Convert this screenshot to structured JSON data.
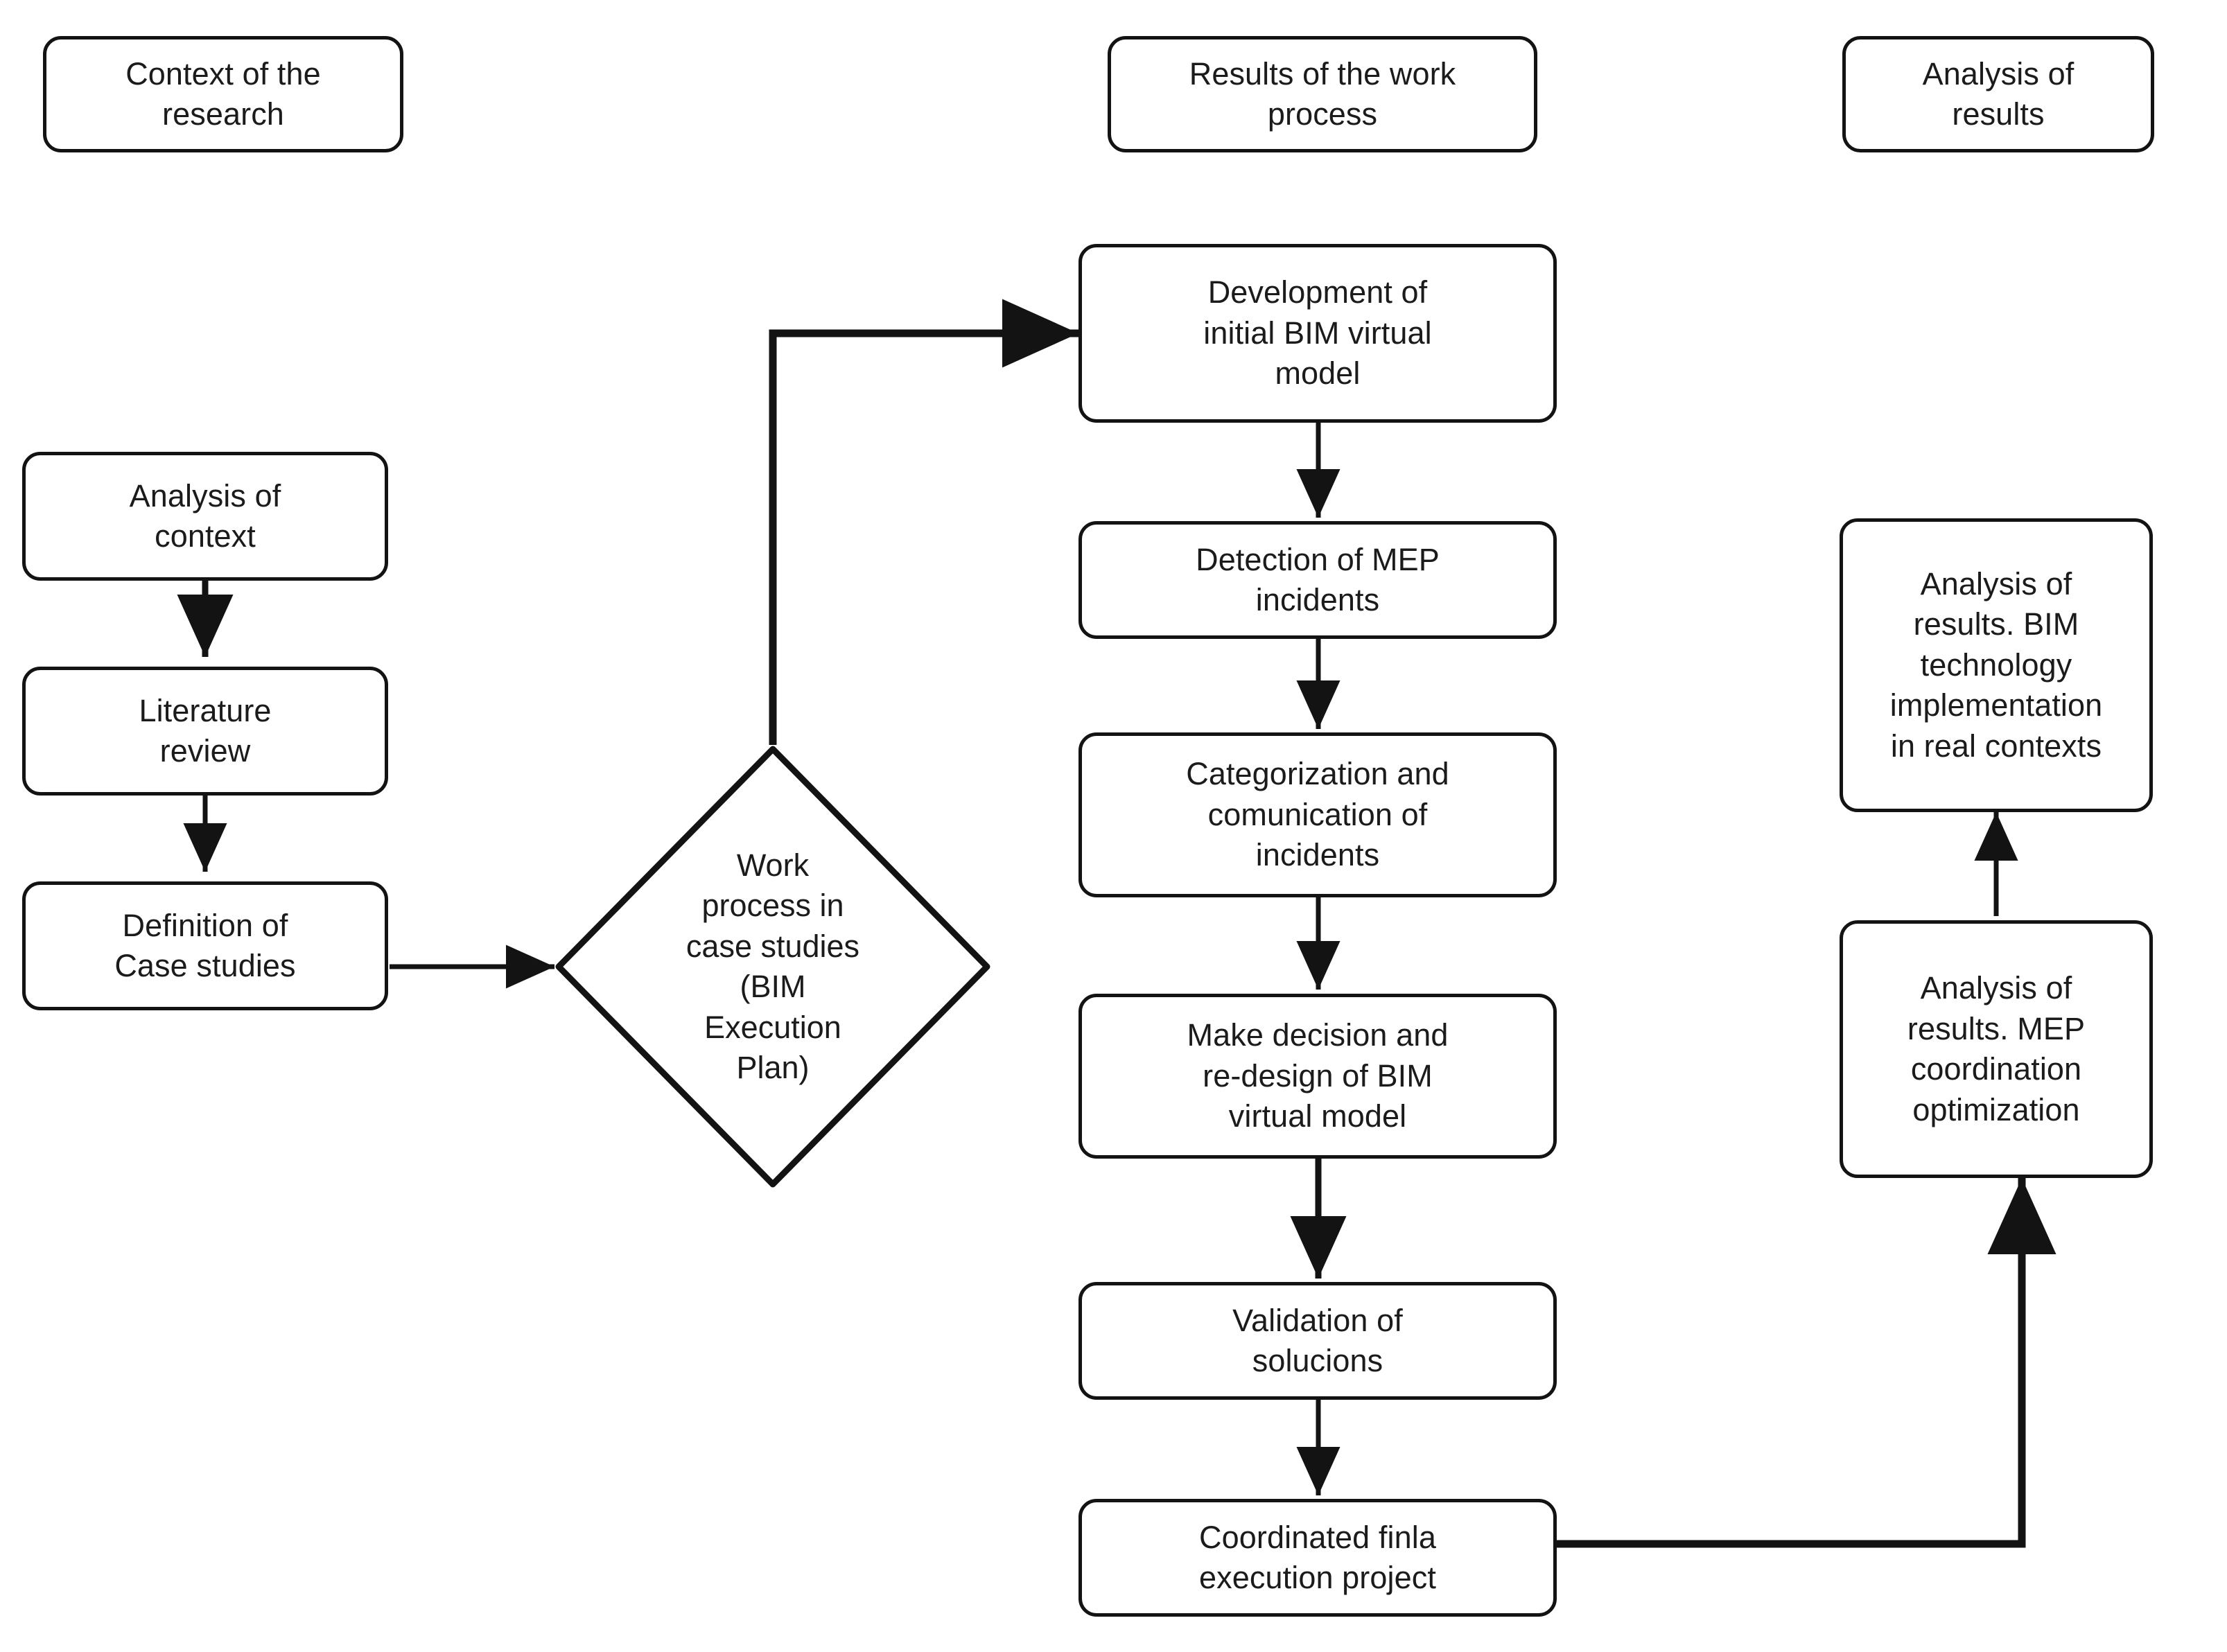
{
  "diagram": {
    "title": "Research methodology flowchart",
    "stroke_color": "#131313",
    "text_color": "#1b1b1b",
    "background_color": "#ffffff"
  },
  "columns": [
    {
      "id": "context",
      "header": "Context of the\nresearch"
    },
    {
      "id": "work-process",
      "header": "Results of the work\nprocess"
    },
    {
      "id": "analysis",
      "header": "Analysis of\nresults"
    }
  ],
  "nodes": {
    "header_context": "Context of the\nresearch",
    "header_results": "Results of the work\nprocess",
    "header_analysis": "Analysis of\nresults",
    "analysis_of_context": "Analysis of\ncontext",
    "literature_review": "Literature\nreview",
    "definition_case_studies": "Definition of\nCase studies",
    "work_process_diamond": "Work\nprocess in\ncase studies\n(BIM\nExecution\nPlan)",
    "development_initial_bim": "Development of\ninitial BIM virtual\nmodel",
    "detection_mep": "Detection of MEP\nincidents",
    "categorization": "Categorization and\ncomunication of\nincidents",
    "make_decision": "Make decision and\nre-design of BIM\nvirtual model",
    "validation": "Validation of\nsolucions",
    "coordinated_final": "Coordinated finla\nexecution project",
    "analysis_bim_tech": "Analysis of\nresults. BIM\ntechnology\nimplementation\nin real contexts",
    "analysis_mep_coord": "Analysis of\nresults. MEP\ncoordination\noptimization"
  },
  "edges": [
    {
      "from": "analysis_of_context",
      "to": "literature_review",
      "kind": "vertical-arrow"
    },
    {
      "from": "literature_review",
      "to": "definition_case_studies",
      "kind": "vertical-arrow"
    },
    {
      "from": "definition_case_studies",
      "to": "work_process_diamond",
      "kind": "horizontal-arrow"
    },
    {
      "from": "work_process_diamond",
      "to": "development_initial_bim",
      "kind": "elbow-arrow"
    },
    {
      "from": "development_initial_bim",
      "to": "detection_mep",
      "kind": "vertical-arrow"
    },
    {
      "from": "detection_mep",
      "to": "categorization",
      "kind": "vertical-arrow"
    },
    {
      "from": "categorization",
      "to": "make_decision",
      "kind": "vertical-arrow"
    },
    {
      "from": "make_decision",
      "to": "validation",
      "kind": "vertical-arrow"
    },
    {
      "from": "validation",
      "to": "coordinated_final",
      "kind": "vertical-arrow"
    },
    {
      "from": "coordinated_final",
      "to": "analysis_mep_coord",
      "kind": "elbow-arrow"
    },
    {
      "from": "analysis_mep_coord",
      "to": "analysis_bim_tech",
      "kind": "vertical-arrow"
    }
  ]
}
